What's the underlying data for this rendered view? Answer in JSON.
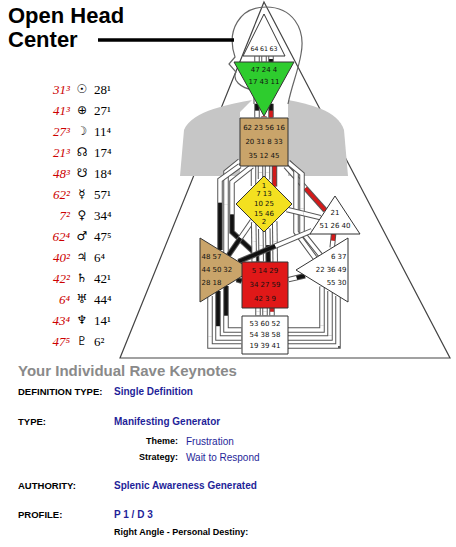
{
  "diagram": {
    "title": "Your Individual Rave Keynotes",
    "nodes": [
      {
        "text": [
          "64",
          "61",
          "63"
        ]
      },
      {
        "text": [
          "47",
          "24",
          "4",
          "17",
          "43",
          "11"
        ]
      },
      {
        "text": [
          "62",
          "23",
          "56",
          "16",
          "20",
          "31",
          "8",
          "33",
          "35",
          "12",
          "45"
        ]
      },
      {
        "text": [
          "1",
          "7",
          "13",
          "10",
          "25",
          "15",
          "46",
          "2"
        ]
      },
      {
        "text": [
          "21",
          "51",
          "26",
          "40"
        ]
      },
      {
        "text": [
          "48",
          "57",
          "44",
          "50",
          "32",
          "28",
          "18"
        ]
      },
      {
        "text": [
          "5",
          "14",
          "29",
          "34",
          "27",
          "59",
          "42",
          "3",
          "9"
        ]
      },
      {
        "text": [
          "6",
          "37",
          "22",
          "36",
          "49",
          "55",
          "30"
        ]
      },
      {
        "text": [
          "53",
          "60",
          "52",
          "54",
          "38",
          "58",
          "19",
          "39",
          "41"
        ]
      }
    ],
    "edges": [
      {
        "from": 0,
        "to": 1,
        "arrow": "none"
      },
      {
        "from": 0,
        "to": 1,
        "arrow": "none"
      },
      {
        "from": 0,
        "to": 1,
        "arrow": "none"
      },
      {
        "from": 1,
        "to": 2,
        "arrow": "none"
      },
      {
        "from": 1,
        "to": 2,
        "arrow": "none"
      },
      {
        "from": 1,
        "to": 2,
        "arrow": "none"
      },
      {
        "from": 2,
        "to": 3,
        "arrow": "none"
      },
      {
        "from": 2,
        "to": 3,
        "arrow": "none"
      },
      {
        "from": 2,
        "to": 3,
        "arrow": "none"
      },
      {
        "from": 2,
        "to": 3,
        "arrow": "none"
      },
      {
        "from": 2,
        "to": 5,
        "arrow": "none"
      },
      {
        "from": 2,
        "to": 5,
        "arrow": "none"
      },
      {
        "from": 2,
        "to": 6,
        "arrow": "none"
      },
      {
        "from": 2,
        "to": 4,
        "arrow": "none"
      },
      {
        "from": 2,
        "to": 7,
        "arrow": "none"
      },
      {
        "from": 2,
        "to": 7,
        "arrow": "none"
      },
      {
        "from": 3,
        "to": 4,
        "arrow": "none"
      },
      {
        "from": 3,
        "to": 6,
        "arrow": "none"
      },
      {
        "from": 3,
        "to": 6,
        "arrow": "none"
      },
      {
        "from": 3,
        "to": 6,
        "arrow": "none"
      },
      {
        "from": 3,
        "to": 5,
        "arrow": "none"
      },
      {
        "from": 3,
        "to": 6,
        "arrow": "none"
      },
      {
        "from": 4,
        "to": 5,
        "arrow": "none"
      },
      {
        "from": 4,
        "to": 7,
        "arrow": "none"
      },
      {
        "from": 5,
        "to": 6,
        "arrow": "none"
      },
      {
        "from": 5,
        "to": 6,
        "arrow": "none"
      },
      {
        "from": 5,
        "to": 8,
        "arrow": "none"
      },
      {
        "from": 5,
        "to": 8,
        "arrow": "none"
      },
      {
        "from": 5,
        "to": 8,
        "arrow": "none"
      },
      {
        "from": 6,
        "to": 8,
        "arrow": "none"
      },
      {
        "from": 6,
        "to": 8,
        "arrow": "none"
      },
      {
        "from": 6,
        "to": 8,
        "arrow": "none"
      },
      {
        "from": 6,
        "to": 7,
        "arrow": "none"
      },
      {
        "from": 7,
        "to": 8,
        "arrow": "none"
      },
      {
        "from": 7,
        "to": 8,
        "arrow": "none"
      },
      {
        "from": 7,
        "to": 8,
        "arrow": "none"
      }
    ],
    "labels": [
      "Open Head Center",
      "31³",
      "☉",
      "28¹",
      "41³",
      "⊕",
      "27¹",
      "27³",
      "☽",
      "11⁴",
      "21³",
      "☊",
      "17⁴",
      "48³",
      "☋",
      "18⁴",
      "62²",
      "☿",
      "57¹",
      "7²",
      "♀",
      "34⁴",
      "62⁴",
      "♂",
      "47⁵",
      "40²",
      "♃",
      "6⁴",
      "42²",
      "♄",
      "42¹",
      "6⁴",
      "♅",
      "44⁴",
      "43⁴",
      "♆",
      "14¹",
      "47⁵",
      "♇",
      "6²",
      "DEFINITION TYPE:",
      "Single Definition",
      "TYPE:",
      "Manifesting Generator",
      "Theme:",
      "Frustration",
      "Strategy:",
      "Wait to Respond",
      "AUTHORITY:",
      "Splenic Awareness Generated",
      "PROFILE:",
      "P 1 / D 3",
      "Right Angle - Personal Destiny:"
    ]
  }
}
